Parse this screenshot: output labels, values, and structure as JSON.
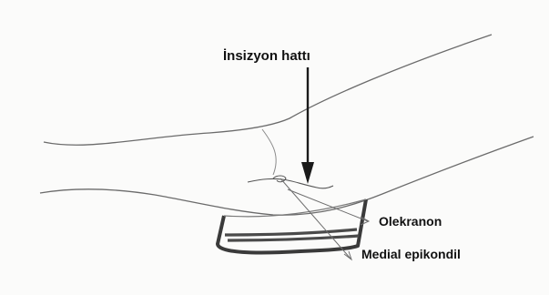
{
  "labels": {
    "incision_line": "İnsizyon hattı",
    "olecranon": "Olekranon",
    "medial_epicondyle": "Medial epikondil"
  },
  "colors": {
    "paper": "#fbfbfa",
    "pencil": "#6b6b6b",
    "ink": "#1a1a1a",
    "block_outer": "#3a3a3a",
    "block_inner": "#4a4a4a"
  }
}
